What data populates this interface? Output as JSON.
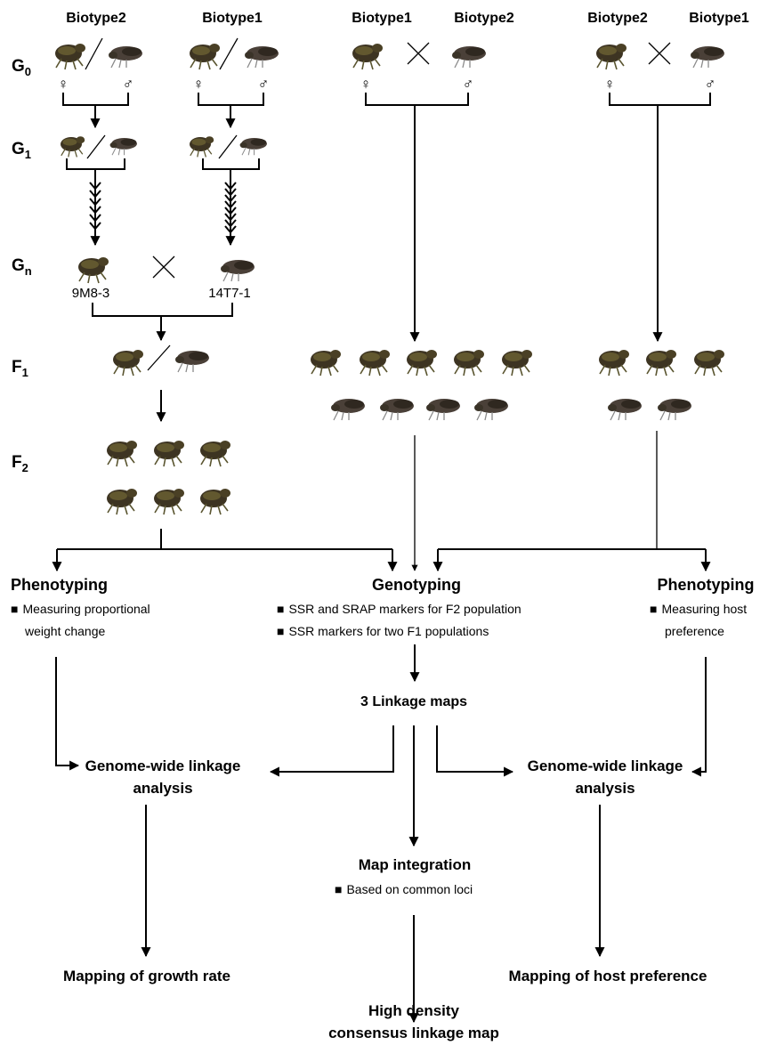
{
  "generations": {
    "g0": {
      "letter": "G",
      "sub": "0"
    },
    "g1": {
      "letter": "G",
      "sub": "1"
    },
    "gn": {
      "letter": "G",
      "sub": "n"
    },
    "f1": {
      "letter": "F",
      "sub": "1"
    },
    "f2": {
      "letter": "F",
      "sub": "2"
    }
  },
  "parents": {
    "col1": "Biotype2",
    "col2": "Biotype1",
    "cross1_left": "Biotype1",
    "cross1_right": "Biotype2",
    "cross2_left": "Biotype2",
    "cross2_right": "Biotype1"
  },
  "symbols": {
    "female": "♀",
    "male": "♂"
  },
  "lines": {
    "left": "9M8-3",
    "right": "14T7-1"
  },
  "phenotyping_left": {
    "title": "Phenotyping",
    "item_line1": "Measuring proportional",
    "item_line2": "weight change"
  },
  "genotyping": {
    "title": "Genotyping",
    "item1": "SSR and SRAP markers for F2 population",
    "item2": "SSR markers for two F1 populations"
  },
  "phenotyping_right": {
    "title": "Phenotyping",
    "item_line1": "Measuring host",
    "item_line2": "preference"
  },
  "linkage_maps": "3 Linkage maps",
  "gwla_left": {
    "line1": "Genome-wide linkage",
    "line2": "analysis"
  },
  "gwla_right": {
    "line1": "Genome-wide linkage",
    "line2": "analysis"
  },
  "map_integration": {
    "title": "Map integration",
    "item": "Based on common loci"
  },
  "outputs": {
    "growth": "Mapping of growth rate",
    "host": "Mapping of host preference",
    "consensus_line1": "High density",
    "consensus_line2": "consensus linkage map"
  },
  "bullet": "■",
  "colors": {
    "insect_dark": "#3d3422",
    "insect_light": "#6b6233",
    "wing": "#4a4038",
    "line": "#000000"
  }
}
